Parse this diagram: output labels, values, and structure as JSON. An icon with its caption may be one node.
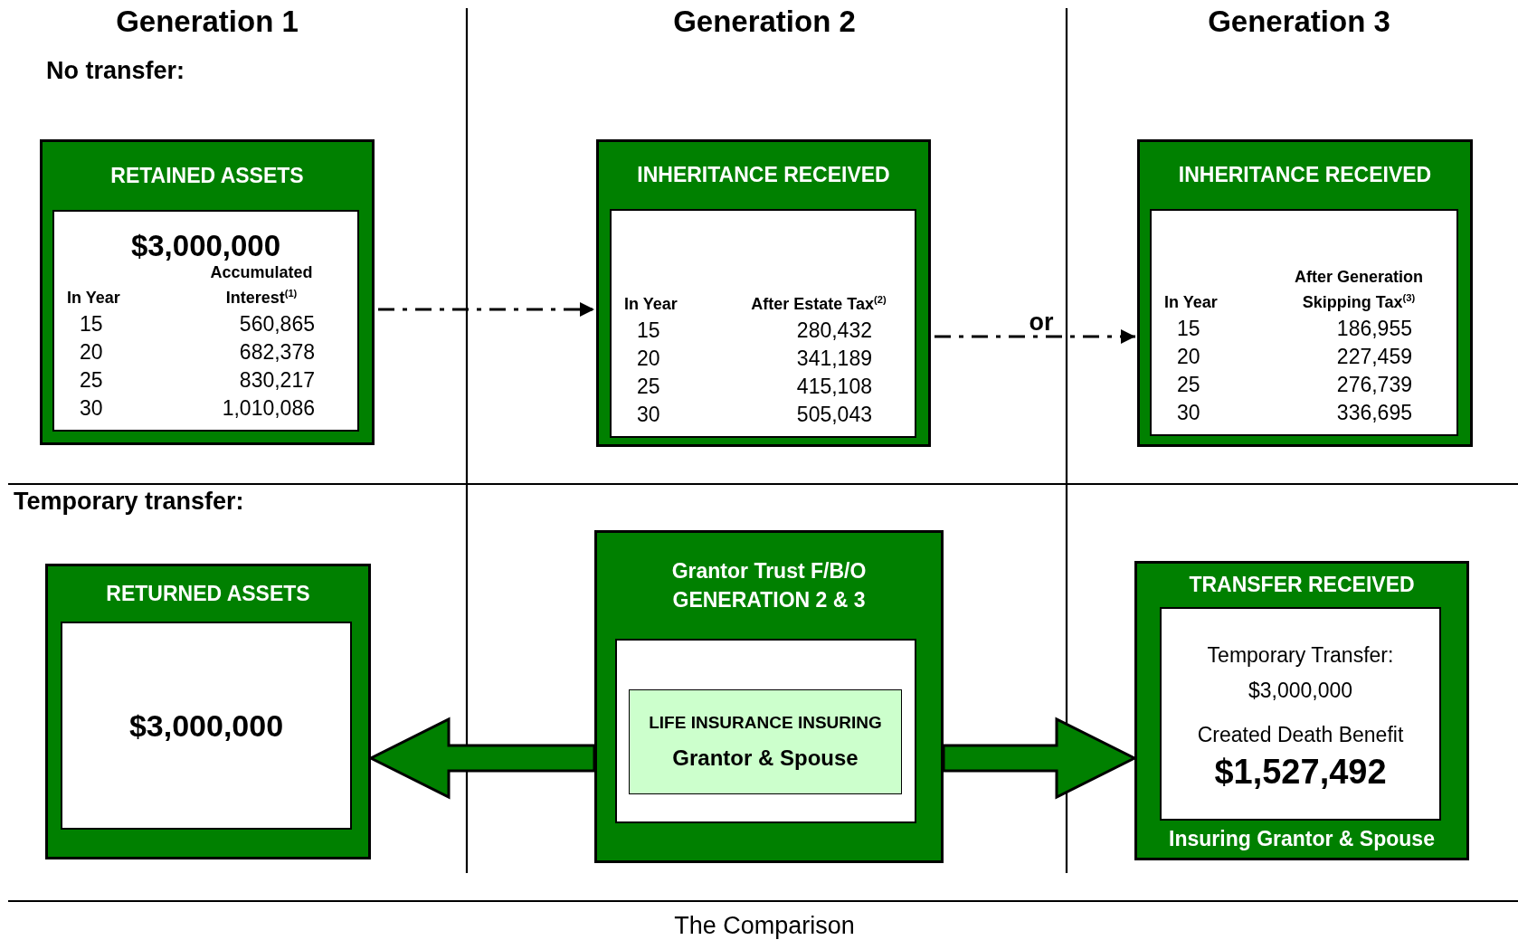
{
  "diagram": {
    "caption": "The Comparison",
    "nodes": [
      {
        "text": [
          "RETAINED ASSETS"
        ]
      },
      {
        "text": [
          "$3,000,000",
          "In Year",
          "Accumulated Interest$^{(1)}$",
          "15",
          "560,865",
          "20",
          "682,378",
          "25",
          "830,217",
          "30",
          "1,010,086"
        ],
        "in": 0
      },
      {
        "text": [
          "INHERITANCE RECEIVED"
        ]
      },
      {
        "text": [
          "In Year",
          "After Estate Tax$^{(2)}$",
          "15",
          "280,432",
          "20",
          "341,189",
          "25",
          "415,108",
          "30",
          "505,043"
        ],
        "in": 2
      },
      {
        "text": [
          "INHERITANCE RECEIVED"
        ]
      },
      {
        "text": [
          "In Year",
          "After Generation Skipping Tax$^{(3)}$",
          "15",
          "186,955",
          "20",
          "227,459",
          "25",
          "276,739",
          "30",
          "336,695"
        ],
        "in": 4
      },
      {
        "text": [
          "RETURNED ASSETS"
        ]
      },
      {
        "text": [
          "$3,000,000"
        ],
        "in": 6
      },
      {
        "text": [
          "Grantor Trust F/B/O GENERATION 2 & 3"
        ]
      },
      {
        "text": [],
        "shape": "box",
        "in": 8
      },
      {
        "text": [
          "LIFE INSURANCE INSURING",
          "Grantor & Spouse"
        ],
        "in": 9
      },
      {
        "text": [
          "TRANSFER RECEIVED",
          "Insuring Grantor & Spouse"
        ]
      },
      {
        "text": [
          "Temporary Transfer:",
          "$3,000,000",
          "Created Death Benefit",
          "$1,527,492"
        ],
        "in": 11
      }
    ],
    "edges": [
      {
        "from": 0,
        "to": 2,
        "arrow": "to",
        "style": "dashed"
      },
      {
        "from": 2,
        "to": 4,
        "arrow": "to",
        "style": "dashed",
        "label": "or"
      },
      {
        "from": 8,
        "to": 6,
        "arrow": "to",
        "style": "thick",
        "color": "#008000"
      },
      {
        "from": 8,
        "to": 11,
        "arrow": "to",
        "style": "thick",
        "color": "#008000"
      }
    ],
    "labels": [
      "Generation 1",
      "Generation 2",
      "Generation 3",
      "No transfer:",
      "Temporary transfer:"
    ]
  }
}
